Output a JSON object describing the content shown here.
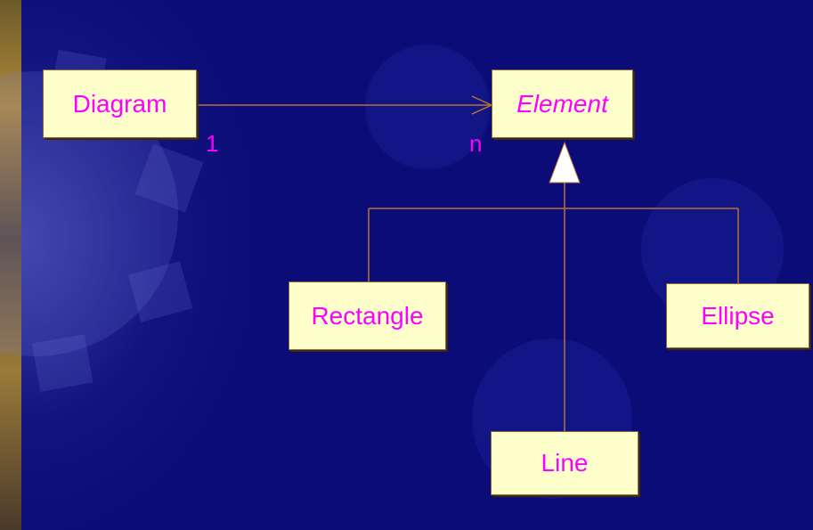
{
  "diagram": {
    "classes": {
      "diagram": "Diagram",
      "element": "Element",
      "rectangle": "Rectangle",
      "ellipse": "Ellipse",
      "line": "Line"
    },
    "association": {
      "source_multiplicity": "1",
      "target_multiplicity": "n"
    }
  },
  "colors": {
    "background": "#0c0c78",
    "box_fill": "#ffffcc",
    "text": "#ff00ff",
    "connector": "#b87333"
  }
}
